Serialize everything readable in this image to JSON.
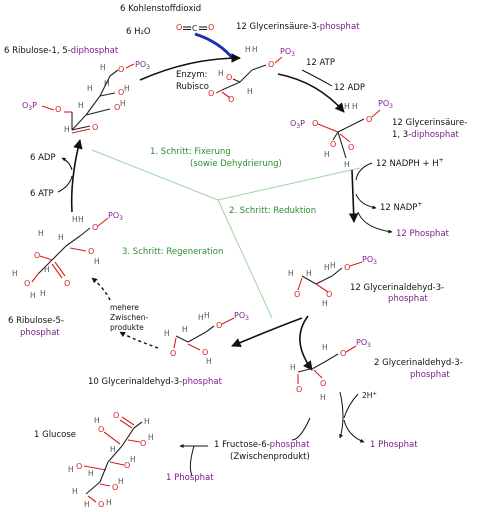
{
  "labels": {
    "co2": "6 Kohlenstoffdioxid",
    "water": "6 H₂O",
    "co2_formula": "O=C=O",
    "rubp_count": "6 Ribulose-1, 5-",
    "rubp_phos": "diphosphat",
    "enzyme": "Enzym:",
    "rubisco": "Rubisco",
    "pga_count": "12 Glycerinsäure-3-",
    "pga_phos": "phosphat",
    "atp12": "12 ATP",
    "adp12": "12 ADP",
    "bpg_line1": "12 Glycerinsäure-",
    "bpg_line2a": "1, 3-",
    "bpg_line2b": "diphosphat",
    "nadph": "12 NADPH + H",
    "nadph_sup": "+",
    "nadp": "12 NADP",
    "nadp_sup": "+",
    "phosphat12": "12 Phosphat",
    "g3p12_line1": "12 Glycerinaldehyd-3-",
    "g3p12_line2": "phosphat",
    "g3p2_line1": "2 Glycerinaldehyd-3-",
    "g3p2_line2": "phosphat",
    "h2plus": "2H",
    "h2plus_sup": "+",
    "phosphat1a": "1 Phosphat",
    "fructose_line1a": "1 Fructose-6-",
    "fructose_line1b": "phosphat",
    "fructose_line2": "(Zwischenprodukt)",
    "phosphat1b": "1 Phosphat",
    "glucose": "1 Glucose",
    "g3p10a": "10 Glycerinaldehyd-3-",
    "g3p10b": "phosphat",
    "intermediates_1": "mehere",
    "intermediates_2": "Zwischen-",
    "intermediates_3": "produkte",
    "ru5p_line1": "6 Ribulose-5-",
    "ru5p_line2": "phosphat",
    "atp6": "6 ATP",
    "adp6": "6 ADP"
  },
  "steps": {
    "step1_line1": "1. Schritt: Fixerung",
    "step1_line2": "(sowie Dehydrierung)",
    "step2": "2. Schritt: Reduktion",
    "step3": "3. Schritt: Regeneration"
  },
  "atoms": {
    "o": "O",
    "h": "H",
    "po3": "PO",
    "po3_sub": "3",
    "o3p": "O",
    "o3p_sub": "3",
    "o3p_p": "P"
  },
  "colors": {
    "phosphate": "#7a1f8a",
    "oxygen": "#d42020",
    "step_text": "#2e8b2e",
    "co2_arrow": "#1a2fb0",
    "divider": "#9fd49f"
  }
}
